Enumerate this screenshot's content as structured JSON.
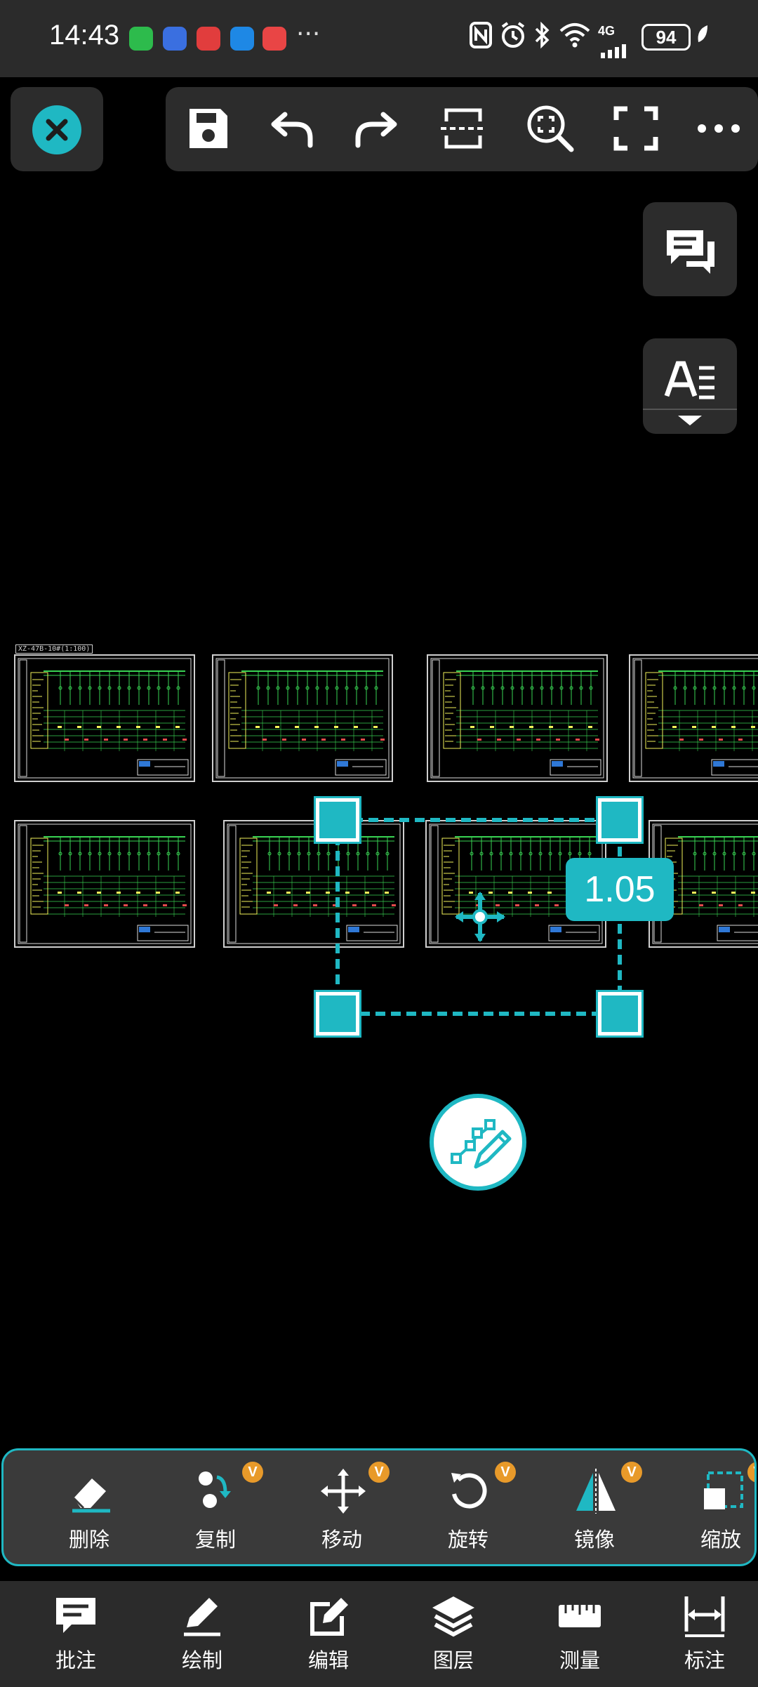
{
  "status_bar": {
    "time": "14:43",
    "more_indicator": "···",
    "network": "4G",
    "battery": "94"
  },
  "colors": {
    "accent": "#1fb8c3",
    "badge": "#e89a2a",
    "drawing_green": "#39d353",
    "drawing_yellow": "#f2f25a",
    "drawing_red": "#e24b4b",
    "drawing_blue": "#2f78d6"
  },
  "toolbar": {
    "icons": [
      "close-icon",
      "save-icon",
      "undo-icon",
      "redo-icon",
      "section-icon",
      "zoom-region-icon",
      "fullscreen-icon",
      "more-icon"
    ]
  },
  "side_buttons": [
    "comment-icon",
    "text-style-icon"
  ],
  "drawing": {
    "sheet_title": "XZ-47B-10#(1:100)",
    "scale_value": "1.05"
  },
  "edit_toolbar": {
    "items": [
      {
        "label": "删除",
        "icon": "eraser-icon",
        "badge": ""
      },
      {
        "label": "复制",
        "icon": "copy-icon",
        "badge": "V"
      },
      {
        "label": "移动",
        "icon": "move-icon",
        "badge": "V"
      },
      {
        "label": "旋转",
        "icon": "rotate-icon",
        "badge": "V"
      },
      {
        "label": "镜像",
        "icon": "mirror-icon",
        "badge": "V"
      },
      {
        "label": "缩放",
        "icon": "scale-icon",
        "badge": "V"
      }
    ]
  },
  "bottom_nav": {
    "items": [
      {
        "label": "批注",
        "icon": "annotate-icon"
      },
      {
        "label": "绘制",
        "icon": "pencil-icon"
      },
      {
        "label": "编辑",
        "icon": "edit-icon"
      },
      {
        "label": "图层",
        "icon": "layers-icon"
      },
      {
        "label": "测量",
        "icon": "ruler-icon"
      },
      {
        "label": "标注",
        "icon": "dimension-icon"
      }
    ]
  }
}
